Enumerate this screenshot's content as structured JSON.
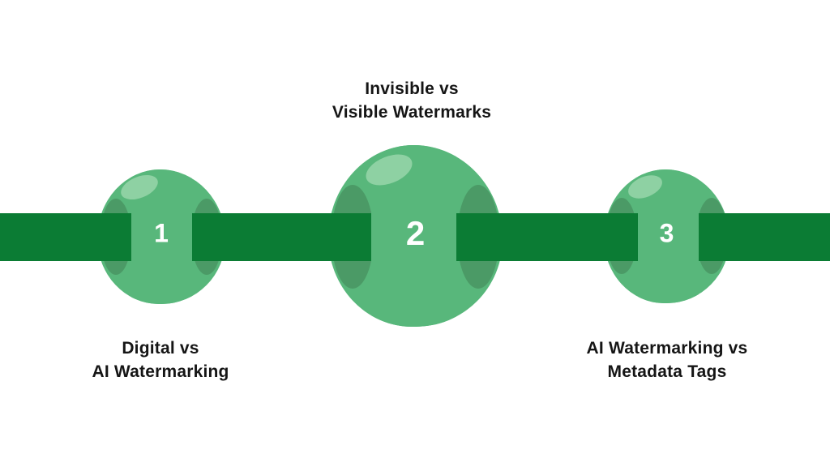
{
  "background": "#ffffff",
  "colors": {
    "background": "#ffffff",
    "ribbon": "#0b7c34",
    "bead": "#58b77b",
    "bead_highlight": "#8ed1a3",
    "bead_hole": "#4b9a66",
    "number_text": "#ffffff",
    "label_text": "#151515"
  },
  "diagram": {
    "type": "horizontal-bead-timeline",
    "steps": [
      {
        "number": "1",
        "label": [
          "Digital vs",
          "AI Watermarking"
        ],
        "label_position": "below",
        "bead_size": "medium"
      },
      {
        "number": "2",
        "label": [
          "Invisible vs",
          "Visible Watermarks"
        ],
        "label_position": "above",
        "bead_size": "large"
      },
      {
        "number": "3",
        "label": [
          "AI Watermarking vs",
          "Metadata Tags"
        ],
        "label_position": "below",
        "bead_size": "medium"
      }
    ]
  }
}
